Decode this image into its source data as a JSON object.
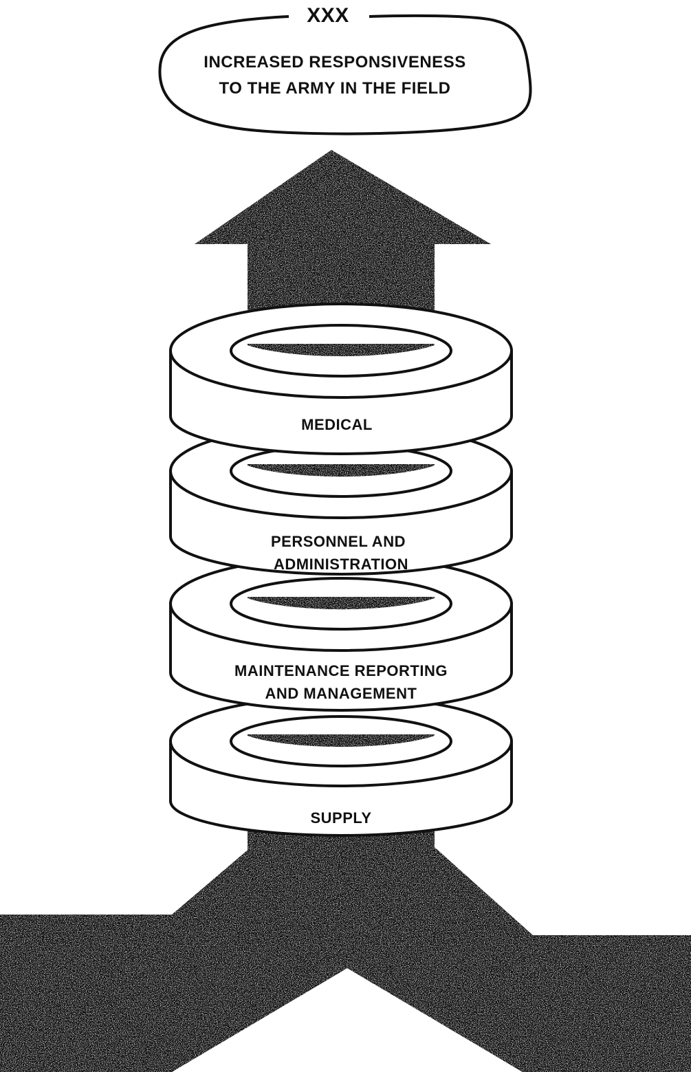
{
  "bubble": {
    "header": "XXX",
    "line1": "INCREASED RESPONSIVENESS",
    "line2": "TO THE ARMY IN THE FIELD"
  },
  "rings": [
    {
      "line1": "MEDICAL",
      "line2": ""
    },
    {
      "line1": "PERSONNEL  AND",
      "line2": "ADMINISTRATION"
    },
    {
      "line1": "MAINTENANCE REPORTING",
      "line2": "AND MANAGEMENT"
    },
    {
      "line1": "SUPPLY",
      "line2": ""
    }
  ],
  "colors": {
    "ink": "#111111",
    "paper": "#ffffff"
  }
}
